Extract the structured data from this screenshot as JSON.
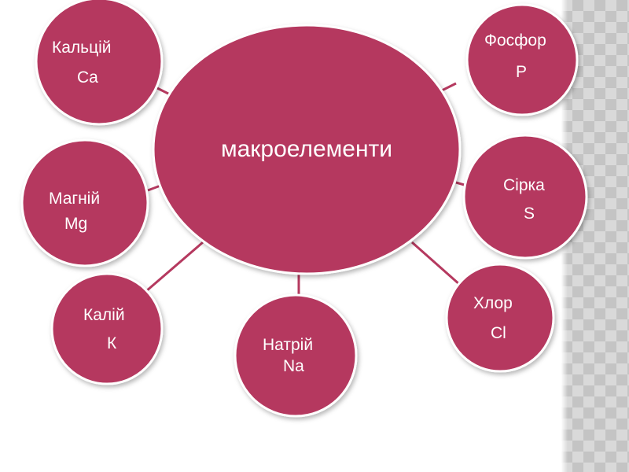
{
  "colors": {
    "node_fill": "#b5395f",
    "node_stroke": "#ffffff",
    "connector": "#b5395f",
    "text": "#ffffff"
  },
  "center": {
    "label": "макроелементи"
  },
  "nodes": [
    {
      "id": "calcium",
      "name": "Кальцій",
      "symbol": "Ca"
    },
    {
      "id": "phosphorus",
      "name": "Фосфор",
      "symbol": "P"
    },
    {
      "id": "magnesium",
      "name": "Магній",
      "symbol": "Mg"
    },
    {
      "id": "sulfur",
      "name": "Сірка",
      "symbol": "S"
    },
    {
      "id": "potassium",
      "name": "Калій",
      "symbol": "К"
    },
    {
      "id": "sodium",
      "name": "Натрій",
      "symbol": "Na"
    },
    {
      "id": "chlorine",
      "name": "Хлор",
      "symbol": "Cl"
    }
  ]
}
